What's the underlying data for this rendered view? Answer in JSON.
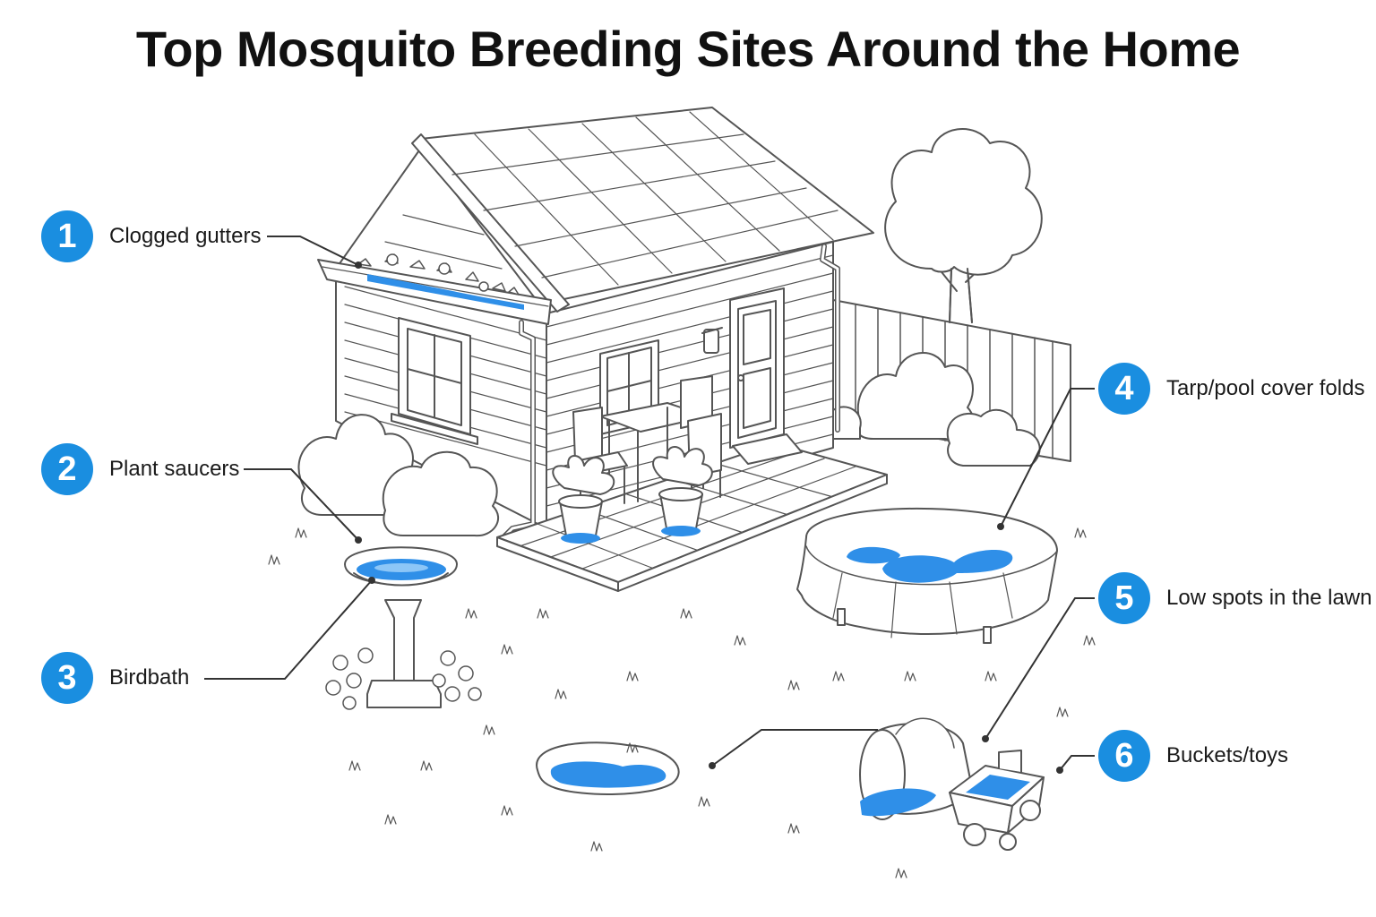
{
  "title": "Top Mosquito Breeding Sites Around the Home",
  "colors": {
    "accent": "#1a8ee0",
    "water": "#2f8fe8",
    "water_light": "#8cc6f7",
    "line": "#555555",
    "text": "#111111"
  },
  "callouts": [
    {
      "number": "1",
      "label": "Clogged gutters"
    },
    {
      "number": "2",
      "label": "Plant saucers"
    },
    {
      "number": "3",
      "label": "Birdbath"
    },
    {
      "number": "4",
      "label": "Tarp/pool cover folds"
    },
    {
      "number": "5",
      "label": "Low spots in the lawn"
    },
    {
      "number": "6",
      "label": "Buckets/toys"
    }
  ]
}
